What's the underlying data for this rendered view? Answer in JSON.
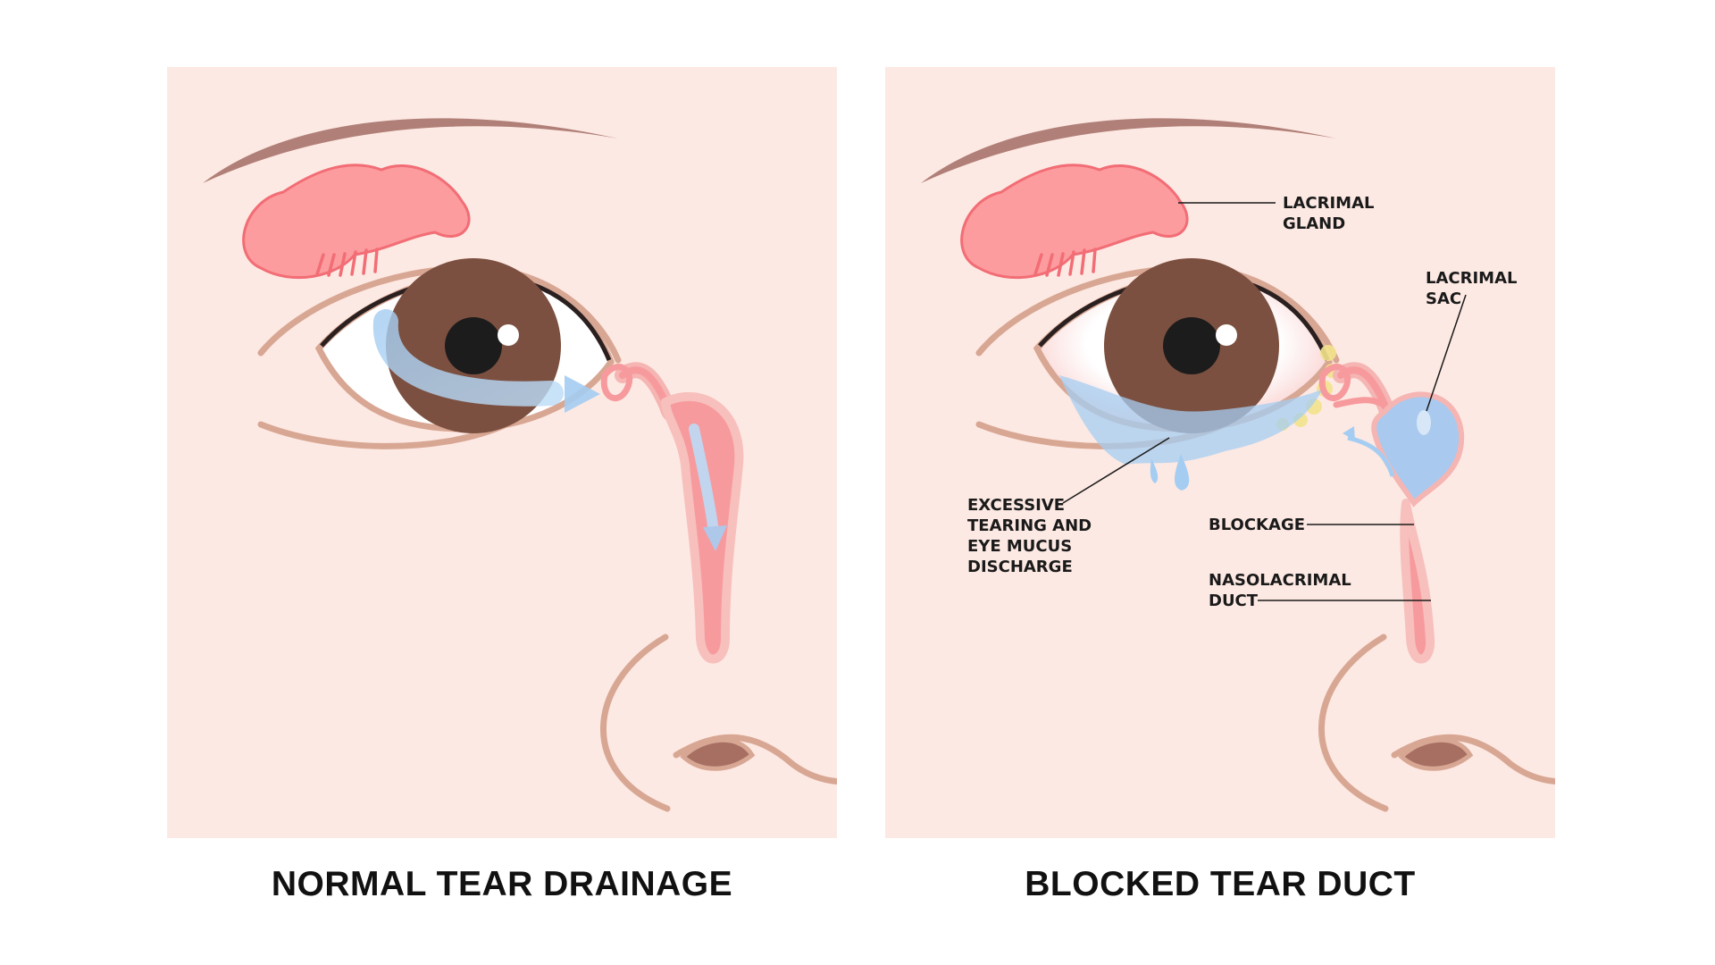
{
  "colors": {
    "panel_bg": "#fde9e3",
    "skin_line": "#d8a794",
    "brow": "#b07f78",
    "gland": "#fc9c9e",
    "gland_outline": "#f26d75",
    "iris": "#7c5040",
    "pupil": "#1c1c1c",
    "lash": "#2b2020",
    "tear_blue": "#a5cdf2",
    "duct_pink": "#f79a9d",
    "mucus_yellow": "#f3e48d",
    "label": "#1a1a1a"
  },
  "panels": {
    "normal": {
      "caption": "NORMAL TEAR DRAINAGE"
    },
    "blocked": {
      "caption": "BLOCKED TEAR DUCT",
      "labels": {
        "lacrimal_gland": [
          "LACRIMAL",
          "GLAND"
        ],
        "lacrimal_sac": [
          "LACRIMAL",
          "SAC"
        ],
        "excessive_tearing": [
          "EXCESSIVE",
          "TEARING AND",
          "EYE MUCUS",
          "DISCHARGE"
        ],
        "blockage": [
          "BLOCKAGE"
        ],
        "nasolacrimal_duct": [
          "NASOLACRIMAL",
          "DUCT"
        ]
      }
    }
  },
  "icons": [
    "eyebrow-icon",
    "lacrimal-gland-icon",
    "eye-icon",
    "tear-duct-icon",
    "nose-icon",
    "flow-arrow-icon",
    "tear-drop-icon"
  ]
}
